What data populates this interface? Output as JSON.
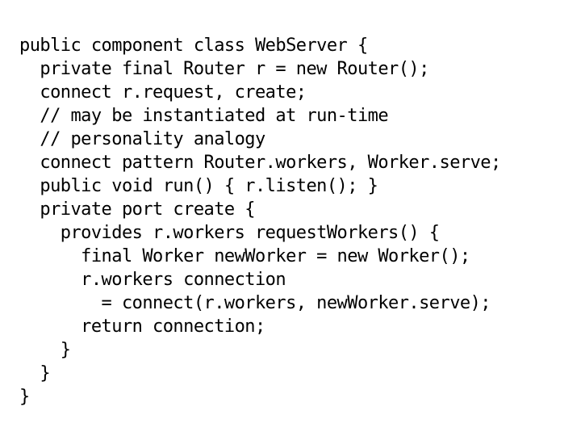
{
  "document": {
    "kind": "code-listing",
    "language": "component-java-pseudocode",
    "background_color": "#ffffff",
    "text_color": "#000000",
    "font_style": "monospace",
    "code_lines": [
      "public component class WebServer {",
      "  private final Router r = new Router();",
      "  connect r.request, create;",
      "  // may be instantiated at run-time",
      "  // personality analogy",
      "  connect pattern Router.workers, Worker.serve;",
      "  public void run() { r.listen(); }",
      "  private port create {",
      "    provides r.workers requestWorkers() {",
      "      final Worker newWorker = new Worker();",
      "      r.workers connection",
      "        = connect(r.workers, newWorker.serve);",
      "      return connection;",
      "    }",
      "  }",
      "}"
    ]
  }
}
